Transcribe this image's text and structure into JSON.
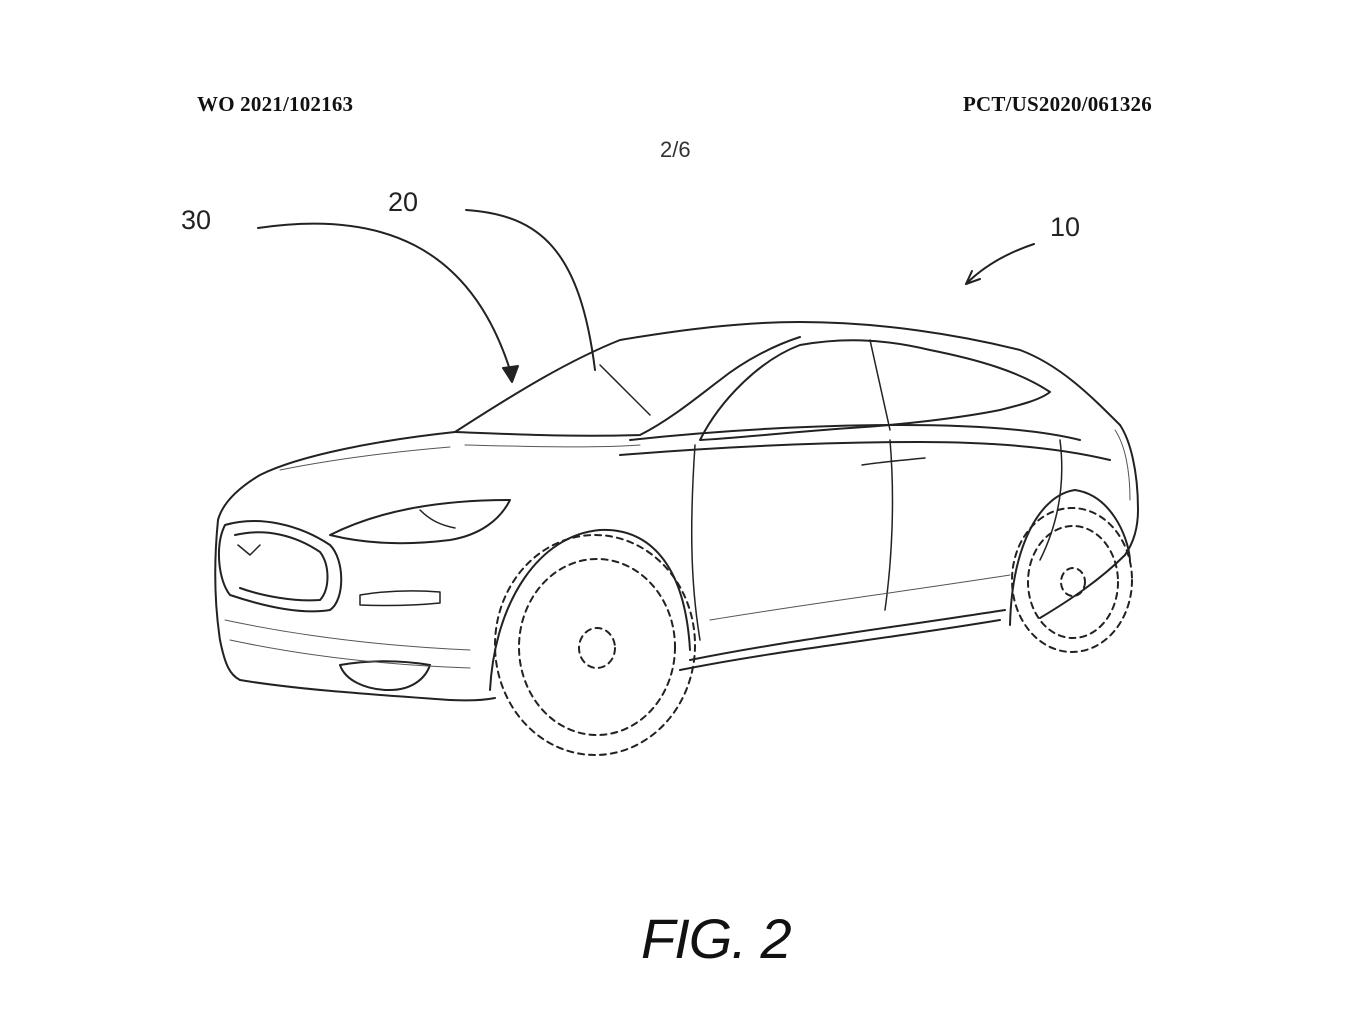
{
  "header": {
    "publication_number": "WO 2021/102163",
    "application_number": "PCT/US2020/061326"
  },
  "sheet": {
    "number": "2/6"
  },
  "figure": {
    "caption": "FIG. 2",
    "reference_labels": {
      "vehicle": "10",
      "windshield": "20",
      "front_portion": "30"
    }
  }
}
